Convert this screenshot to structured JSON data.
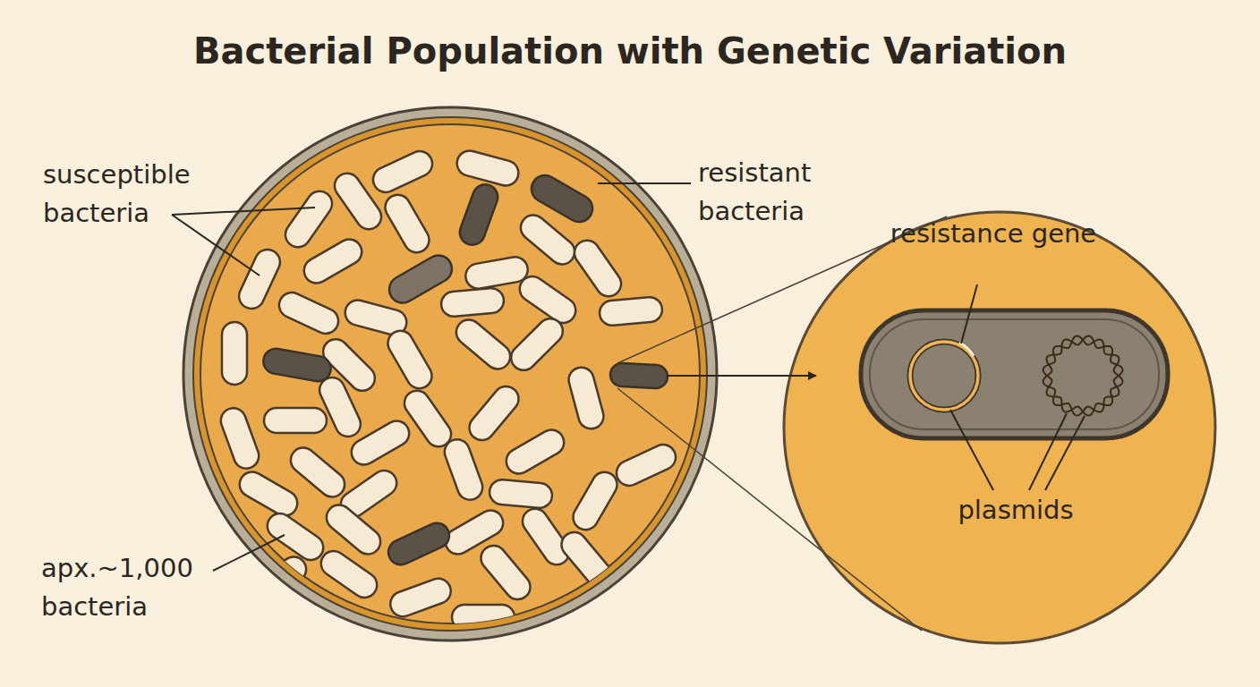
{
  "diagram": {
    "title": "Bacterial Population with Genetic Variation",
    "nodes": [
      {
        "text": [
          "resistance gene",
          "plasmids"
        ]
      }
    ],
    "labels": [
      "susceptible bacteria",
      "resistant bacteria",
      "apx.~1,000 bacteria"
    ]
  }
}
